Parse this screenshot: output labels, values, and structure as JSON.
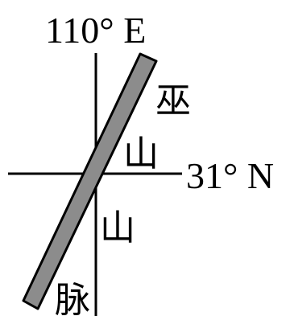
{
  "map": {
    "longitude_label": "110° E",
    "latitude_label": "31° N",
    "mountain_name_chars": [
      "巫",
      "山",
      "山",
      "脉"
    ],
    "colors": {
      "background": "#ffffff",
      "lines": "#000000",
      "mountain_fill": "#8c8c8c",
      "mountain_stroke": "#000000"
    }
  }
}
